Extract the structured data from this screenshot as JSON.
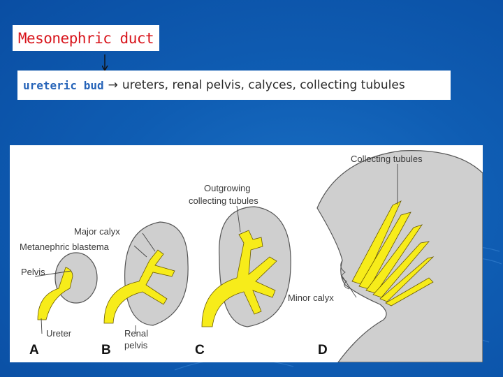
{
  "slide": {
    "title": "Mesonephric duct",
    "bud_term": "ureteric bud",
    "bud_arrow": "→",
    "bud_derivatives": "ureters, renal pelvis, calyces, collecting tubules"
  },
  "figure": {
    "labels": {
      "collecting_tubules": "Collecting tubules",
      "outgrowing_1": "Outgrowing",
      "outgrowing_2": "collecting tubules",
      "major_calyx": "Major calyx",
      "metanephric_blastema": "Metanephric blastema",
      "pelvis": "Pelvis",
      "minor_calyx": "Minor calyx",
      "ureter": "Ureter",
      "renal_1": "Renal",
      "renal_2": "pelvis"
    },
    "panels": [
      "A",
      "B",
      "C",
      "D"
    ]
  },
  "colors": {
    "background": "#0f5db3",
    "title_text": "#d8141b",
    "bud_term": "#2563b8",
    "tissue": "#cfcfcf",
    "ureteric_tree": "#f7ec1a"
  }
}
